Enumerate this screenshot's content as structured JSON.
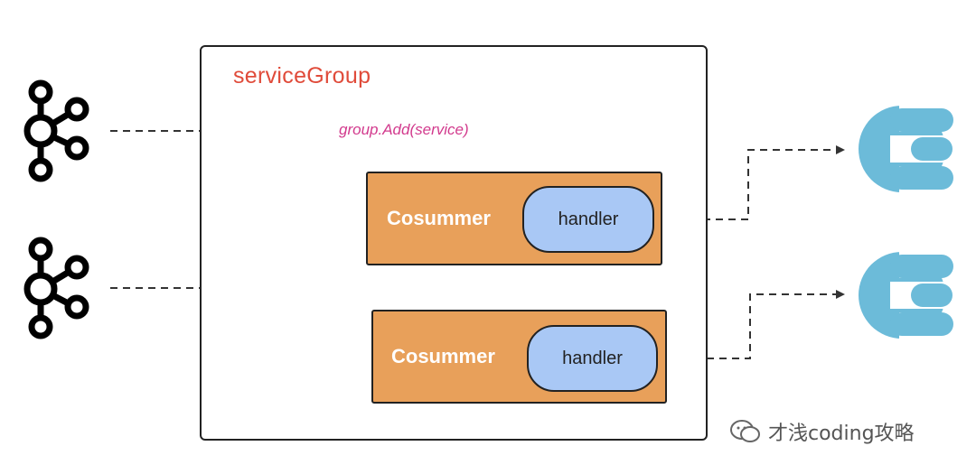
{
  "group": {
    "title": "serviceGroup",
    "call": "group.Add(service)"
  },
  "consumers": [
    {
      "label": "Cosummer",
      "handler": "handler"
    },
    {
      "label": "Cosummer",
      "handler": "handler"
    }
  ],
  "icons": {
    "producers": [
      "kafka-icon",
      "kafka-icon"
    ],
    "sinks": [
      "elastic-icon",
      "elastic-icon"
    ]
  },
  "colors": {
    "title": "#e04b3a",
    "call": "#d23a8d",
    "consumer": "#e8a05a",
    "handler": "#a9c8f5",
    "sink": "#6cbbd9"
  },
  "watermark": {
    "text": "才浅coding攻略"
  }
}
